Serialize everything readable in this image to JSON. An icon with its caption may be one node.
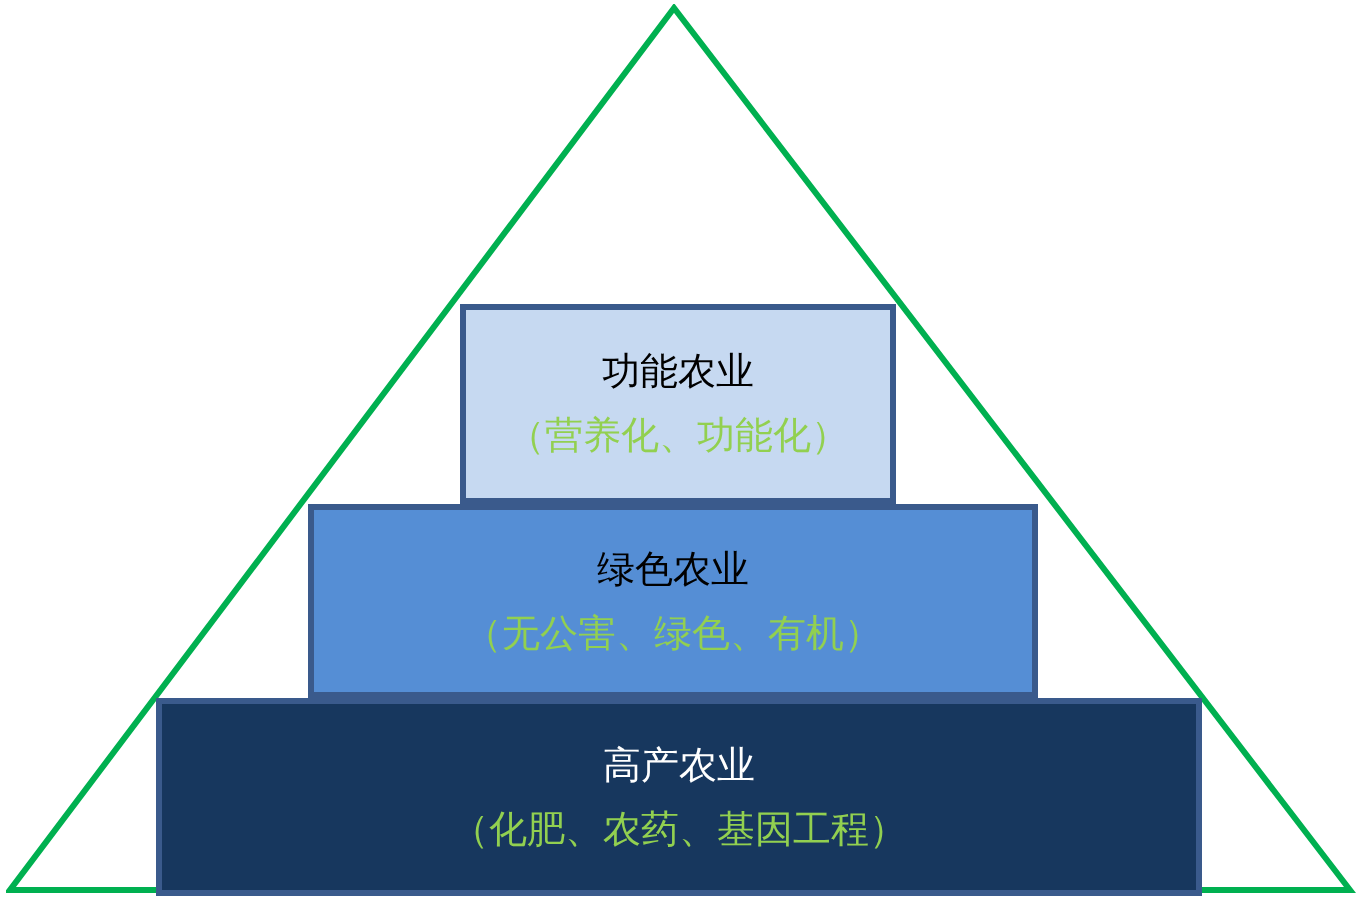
{
  "diagram": {
    "nodes": [
      {
        "text": [],
        "shape": "triangle"
      },
      {
        "text": [
          "功能农业",
          "（营养化、功能化）"
        ],
        "in": 0
      },
      {
        "text": [
          "绿色农业",
          "（无公害、绿色、有机）"
        ],
        "in": 0
      },
      {
        "text": [
          "高产农业",
          "（化肥、农药、基因工程）"
        ],
        "in": 0
      }
    ],
    "edges": []
  }
}
